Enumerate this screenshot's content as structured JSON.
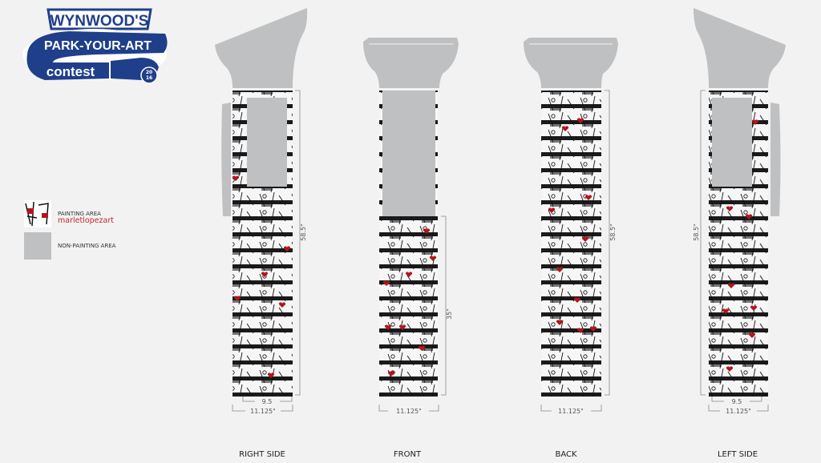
{
  "logo": {
    "line1": "WYNWOOD'S",
    "line2": "PARK-YOUR-ART",
    "line3": "contest",
    "year": "2016"
  },
  "legend": {
    "painting_area_label": "PAINTING AREA",
    "artist": "marletlopezart",
    "non_painting_area_label": "NON-PAINTING AREA"
  },
  "views": [
    {
      "label": "RIGHT SIDE",
      "height_dim": "58.5\"",
      "inner_width_dim": "9.5",
      "width_dim": "11.125\""
    },
    {
      "label": "FRONT",
      "height_dim": "35\"",
      "width_dim": "11.125\""
    },
    {
      "label": "BACK",
      "height_dim": "58.5\"",
      "width_dim": "11.125\""
    },
    {
      "label": "LEFT SIDE",
      "height_dim": "58.5\"",
      "inner_width_dim": "9.5",
      "width_dim": "11.125\""
    }
  ],
  "colors": {
    "brand_blue": "#1f3f8a",
    "non_painting_grey": "#bfc0c2",
    "heart_red": "#b3141c",
    "background": "#f2f2f2"
  }
}
